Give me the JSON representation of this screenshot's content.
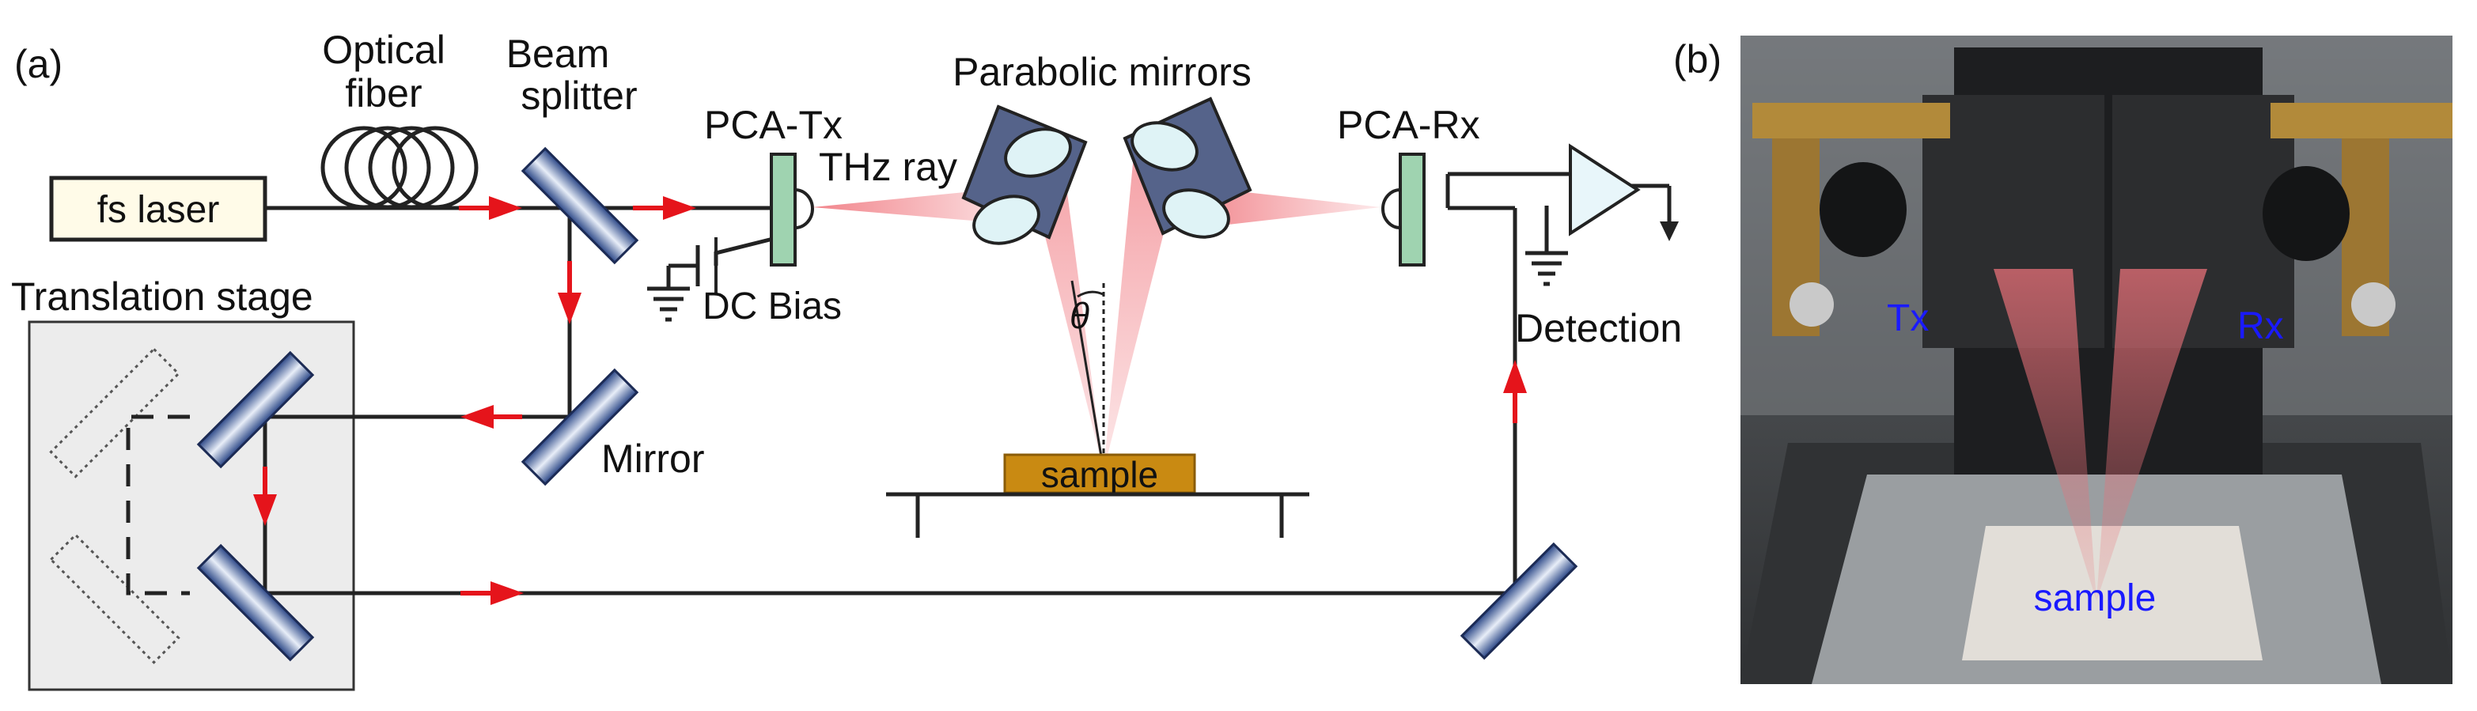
{
  "panel_a": {
    "tag": "(a)",
    "labels": {
      "optical_fiber_1": "Optical",
      "optical_fiber_2": "fiber",
      "beam_splitter_1": "Beam",
      "beam_splitter_2": "splitter",
      "fs_laser": "fs laser",
      "pca_tx": "PCA-Tx",
      "thz_ray": "THz ray",
      "dc_bias": "DC Bias",
      "parabolic_mirrors": "Parabolic mirrors",
      "pca_rx": "PCA-Rx",
      "detection": "Detection",
      "translation_stage": "Translation stage",
      "mirror": "Mirror",
      "sample": "sample",
      "theta": "θ"
    },
    "colors": {
      "beam_line": "#222222",
      "arrow": "#e5141b",
      "thz_beam": "#ef6f77",
      "mirror_blue": "#3d5a99",
      "pca_green": "#9fd3b0",
      "sample_fill": "#c98a12",
      "stage_fill": "#ececec",
      "laser_fill": "#fffbe8"
    }
  },
  "panel_b": {
    "tag": "(b)",
    "labels": {
      "tx": "Tx",
      "rx": "Rx",
      "sample": "sample"
    },
    "colors": {
      "label_blue": "#1a1aff"
    }
  }
}
